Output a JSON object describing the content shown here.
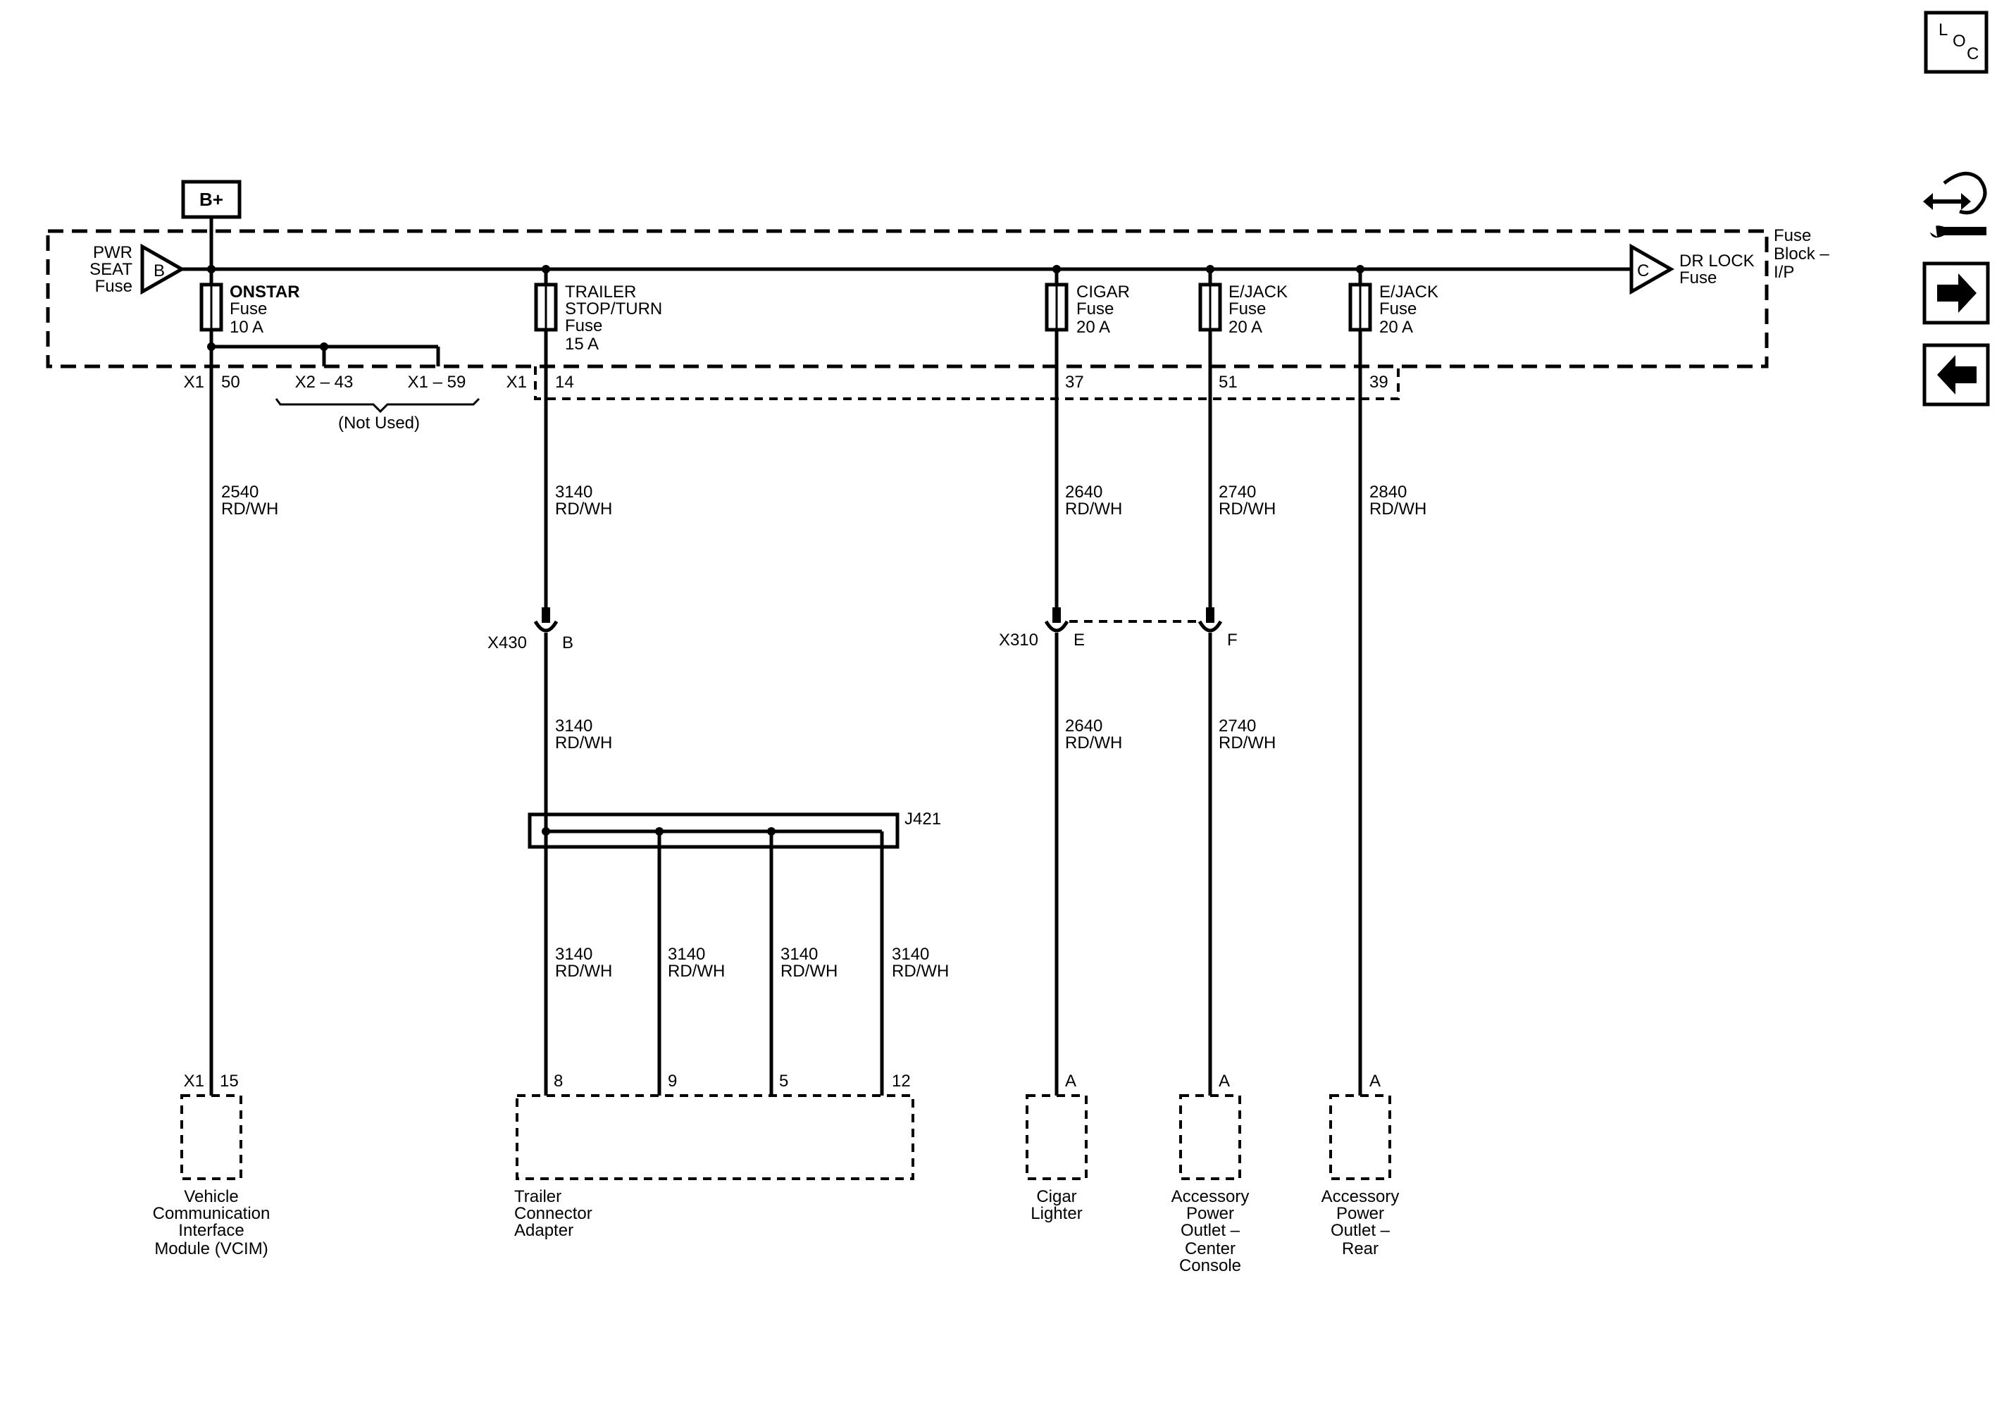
{
  "supply": {
    "label": "B+"
  },
  "fuse_block": {
    "label_1": "Fuse",
    "label_2": "Block –",
    "label_3": "I/P"
  },
  "pwr_seat": {
    "line1": "PWR",
    "line2": "SEAT",
    "line3": "Fuse",
    "pin": "B"
  },
  "dr_lock": {
    "line1": "DR LOCK",
    "line2": "Fuse",
    "pin": "C"
  },
  "fuses": [
    {
      "name": "ONSTAR",
      "type": "Fuse",
      "rating": "10 A"
    },
    {
      "name": "TRAILER",
      "name2": "STOP/TURN",
      "type": "Fuse",
      "rating": "15 A"
    },
    {
      "name": "CIGAR",
      "type": "Fuse",
      "rating": "20 A"
    },
    {
      "name": "E/JACK",
      "type": "Fuse",
      "rating": "20 A"
    },
    {
      "name": "E/JACK",
      "type": "Fuse",
      "rating": "20 A"
    }
  ],
  "pins": {
    "x1_a": "X1",
    "p50": "50",
    "x2_43": "X2 – 43",
    "x1_59": "X1 – 59",
    "not_used": "(Not Used)",
    "x1_b": "X1",
    "p14": "14",
    "p37": "37",
    "p51": "51",
    "p39": "39"
  },
  "wires": {
    "w2540_num": "2540",
    "w2540_col": "RD/WH",
    "w3140a_num": "3140",
    "w3140a_col": "RD/WH",
    "w2640a_num": "2640",
    "w2640a_col": "RD/WH",
    "w2740a_num": "2740",
    "w2740a_col": "RD/WH",
    "w2840_num": "2840",
    "w2840_col": "RD/WH",
    "w3140b_num": "3140",
    "w3140b_col": "RD/WH",
    "w2640b_num": "2640",
    "w2640b_col": "RD/WH",
    "w2740b_num": "2740",
    "w2740b_col": "RD/WH",
    "w3140c1_num": "3140",
    "w3140c1_col": "RD/WH",
    "w3140c2_num": "3140",
    "w3140c2_col": "RD/WH",
    "w3140c3_num": "3140",
    "w3140c3_col": "RD/WH",
    "w3140c4_num": "3140",
    "w3140c4_col": "RD/WH"
  },
  "connectors": {
    "x430": "X430",
    "x430_pin": "B",
    "x310": "X310",
    "x310_pin_e": "E",
    "x310_pin_f": "F",
    "j421": "J421"
  },
  "components": {
    "vcim": {
      "conn": "X1",
      "pin": "15",
      "l1": "Vehicle",
      "l2": "Communication",
      "l3": "Interface",
      "l4": "Module (VCIM)"
    },
    "trailer": {
      "p1": "8",
      "p2": "9",
      "p3": "5",
      "p4": "12",
      "l1": "Trailer",
      "l2": "Connector",
      "l3": "Adapter"
    },
    "cigar": {
      "pin": "A",
      "l1": "Cigar",
      "l2": "Lighter"
    },
    "apo_center": {
      "pin": "A",
      "l1": "Accessory",
      "l2": "Power",
      "l3": "Outlet –",
      "l4": "Center",
      "l5": "Console"
    },
    "apo_rear": {
      "pin": "A",
      "l1": "Accessory",
      "l2": "Power",
      "l3": "Outlet –",
      "l4": "Rear"
    }
  },
  "side_icons": {
    "loc": {
      "l": "L",
      "o": "O",
      "c": "C",
      "icon": "loc-icon"
    },
    "service": "service-wrench-icon",
    "next": "arrow-right-icon",
    "prev": "arrow-left-icon"
  }
}
